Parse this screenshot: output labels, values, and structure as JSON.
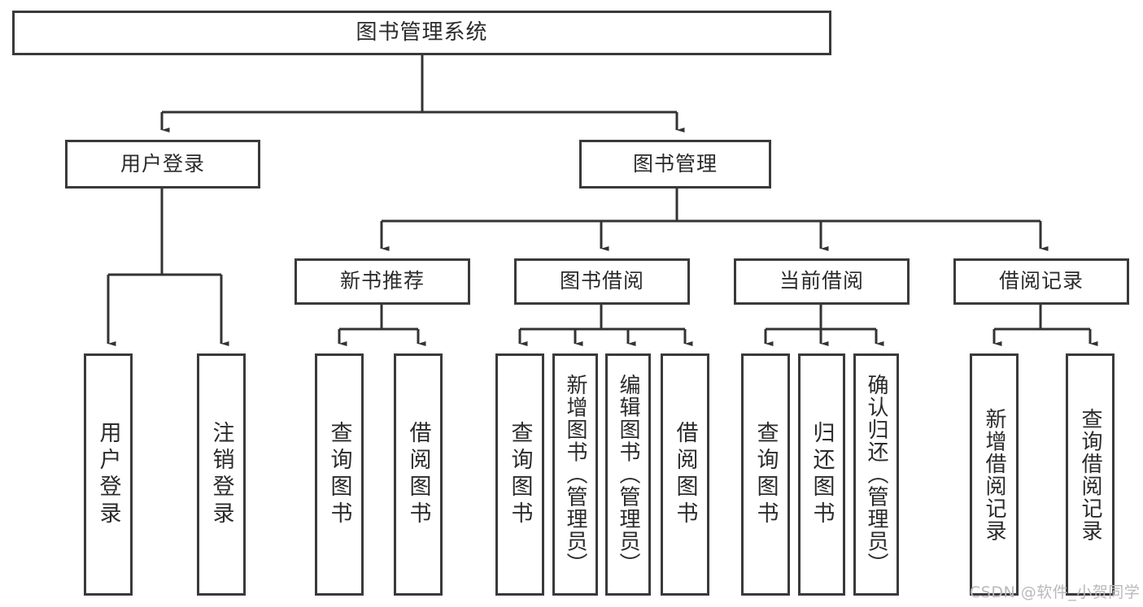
{
  "diagram": {
    "title": "图书管理系统",
    "type": "功能结构图",
    "watermark": "CSDN @软件_小贺同学",
    "colors": {
      "box_border": "#3a3a3a",
      "box_fill": "#ffffff",
      "line": "#333333",
      "text": "#2b2b2b",
      "watermark": "#b9b9b9"
    },
    "root": {
      "label": "图书管理系统"
    },
    "level2": [
      {
        "label": "用户登录"
      },
      {
        "label": "图书管理"
      }
    ],
    "level3": [
      {
        "label": "新书推荐"
      },
      {
        "label": "图书借阅"
      },
      {
        "label": "当前借阅"
      },
      {
        "label": "借阅记录"
      }
    ],
    "leaves": {
      "user_login": [
        {
          "label": "用户登录"
        },
        {
          "label": "注销登录"
        }
      ],
      "new_book_recommend": [
        {
          "label": "查询图书"
        },
        {
          "label": "借阅图书"
        }
      ],
      "book_borrow": [
        {
          "label": "查询图书"
        },
        {
          "label": "新增图书（管理员）"
        },
        {
          "label": "编辑图书（管理员）"
        },
        {
          "label": "借阅图书"
        }
      ],
      "current_borrow": [
        {
          "label": "查询图书"
        },
        {
          "label": "归还图书"
        },
        {
          "label": "确认归还（管理员）"
        }
      ],
      "borrow_record": [
        {
          "label": "新增借阅记录"
        },
        {
          "label": "查询借阅记录"
        }
      ]
    }
  }
}
